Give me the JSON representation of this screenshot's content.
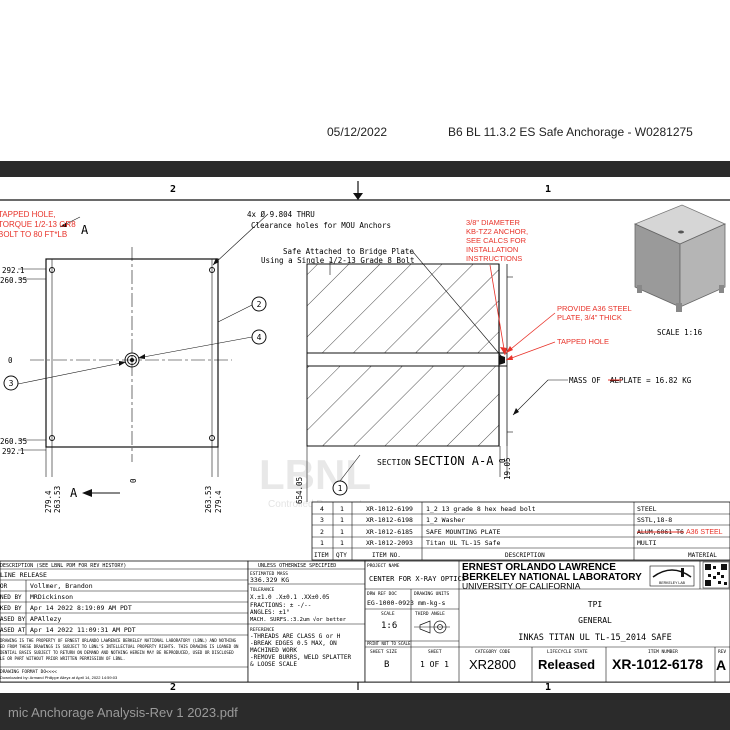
{
  "header": {
    "date": "05/12/2022",
    "doc_title": "B6 BL 11.3.2 ES Safe Anchorage - W0281275"
  },
  "zones": {
    "left": "2",
    "right": "1",
    "bottom_left": "2",
    "bottom_right": "1"
  },
  "annotations": {
    "tapped_hole_1": "TAPPED HOLE,",
    "tapped_hole_2": "TORQUE 1/2-13 GR8",
    "tapped_hole_3": "BOLT TO 80 FT*LB",
    "thru_1": "4x Ø 9.804 THRU",
    "thru_2": "Clearance holes for MOU Anchors",
    "safe_1": "Safe Attached to Bridge Plate",
    "safe_2": "Using a Single 1/2-13 Grade 8 Bolt",
    "kb_1": "3/8\" DIAMETER",
    "kb_2": "KB-TZ2 ANCHOR,",
    "kb_3": "SEE CALCS FOR",
    "kb_4": "INSTALLATION",
    "kb_5": "INSTRUCTIONS",
    "a36_1": "PROVIDE A36 STEEL",
    "a36_2": "PLATE, 3/4\" THICK",
    "tapped_hole_right": "TAPPED HOLE",
    "scale": "SCALE 1:16",
    "mass_prefix": "MASS OF ",
    "mass_struck": "AL",
    "mass_suffix": " PLATE = 16.82 KG",
    "section": "SECTION A-A",
    "section_letter": "A",
    "balloon_1": "1",
    "balloon_2": "2",
    "balloon_3": "3",
    "balloon_4": "4",
    "watermark": "LBNL",
    "watermark_sub": "Controlled Document"
  },
  "dims": {
    "d292_top": "292.1",
    "d260_top": "260.35",
    "d0_mid": "0",
    "d260_bot": "260.35",
    "d292_bot": "292.1",
    "d279_l": "279.4",
    "d263_l": "263.53",
    "d0_bot": "0",
    "d263_r": "263.53",
    "d279_r": "279.4",
    "d654": "654.05",
    "d0_sec": "0",
    "d19": "19.05"
  },
  "bom": {
    "headers": [
      "ITEM",
      "QTY",
      "ITEM NO.",
      "DESCRIPTION",
      "MATERIAL"
    ],
    "rows": [
      {
        "item": "4",
        "qty": "1",
        "no": "XR-1012-6199",
        "desc": "1_2 13 grade 8 hex head bolt",
        "mat": "STEEL"
      },
      {
        "item": "3",
        "qty": "1",
        "no": "XR-1012-6198",
        "desc": "1_2 Washer",
        "mat": "SSTL,18-8"
      },
      {
        "item": "2",
        "qty": "1",
        "no": "XR-1012-6185",
        "desc": "SAFE MOUNTING PLATE",
        "mat_struck": "ALUM,6061-T6",
        "mat_new": "A36 STEEL"
      },
      {
        "item": "1",
        "qty": "1",
        "no": "XR-1012-2093",
        "desc": "Titan UL TL-15 Safe",
        "mat": "MULTI"
      }
    ]
  },
  "revision_block": {
    "header": "DESCRIPTION (SEE LBNL PDM FOR REV HISTORY)",
    "release": "LINE RELEASE",
    "rows": [
      {
        "label": "OR",
        "value": "Vollmer, Brandon"
      },
      {
        "label": "NED BY",
        "value": "MRDickinson"
      },
      {
        "label": "KED BY",
        "value": "Apr 14 2022 8:19:09 AM PDT"
      },
      {
        "label": "ASED BY",
        "value": "APAllezy"
      },
      {
        "label": "ASED AT",
        "value": "Apr 14 2022 11:09:31 AM PDT"
      }
    ],
    "prop1": "DRAWING IS THE PROPERTY OF ERNEST ORLANDO LAWRENCE BERKELEY NATIONAL LABORATORY (LBNL) AND NOTHING",
    "prop2": "ED FROM THESE DRAWINGS IS SUBJECT TO LBNL'S INTELLECTUAL PROPERTY RIGHTS. THIS DRAWING IS LOANED ON",
    "prop3": "DENTIAL BASIS SUBJECT TO RETURN ON DEMAND AND NOTHING HEREIN MAY BE REPRODUCED, USED OR DISCLOSED",
    "prop4": "LE OR PART WITHOUT PRIOR WRITTEN PERMISSION OF LBNL.",
    "format": "DRAWING FORMAT DO<<<<",
    "downloaded": "Downloaded by: Armand Philippe Alleyz at April 14, 2022 14:59:03"
  },
  "specs": {
    "header": "UNLESS OTHERWISE SPECIFIED",
    "est_mass_label": "ESTIMATED MASS",
    "est_mass_value": "336.329 KG",
    "tol_label": "TOLERANCE",
    "tol_1": "X.±1.0  .X±0.1  .XX±0.05",
    "tol_2": "FRACTIONS: ± -/--",
    "tol_3": "ANGLES: ±1°",
    "tol_4": "MACH. SURFS.:3.2um √or better",
    "ref_label": "REFERENCE",
    "ref_1": "-THREADS ARE CLASS G or H",
    "ref_2": "-BREAK EDGES 0.5 MAX, ON",
    "ref_3": "MACHINED WORK",
    "ref_4": "-REMOVE BURRS, WELD SPLATTER",
    "ref_5": "& LOOSE SCALE"
  },
  "title_block": {
    "project_label": "PROJECT NAME",
    "project": "CENTER FOR X-RAY OPTICS",
    "lab_1": "ERNEST ORLANDO LAWRENCE",
    "lab_2": "BERKELEY NATIONAL LABORATORY",
    "lab_3": "UNIVERSITY OF CALIFORNIA",
    "logo_text": "BERKELEY LAB",
    "dwg_ref_label": "DRW REF DOC",
    "dwg_ref": "EG-1000-0923",
    "units_label": "DRAWING UNITS",
    "units": "mm-kg-s",
    "scale_label": "SCALE",
    "scale": "1:6",
    "angle_label": "THIRD ANGLE",
    "print_note": "PRINT NOT TO SCALE",
    "title_1": "TPI",
    "title_2": "GENERAL",
    "title_3": "INKAS TITAN UL TL-15_2014 SAFE",
    "sheet_size_label": "SHEET SIZE",
    "sheet_size": "B",
    "sheet_label": "SHEET",
    "sheet": "1 OF 1",
    "category_label": "CATEGORY CODE",
    "category": "XR2800",
    "lifecycle_label": "LIFECYCLE STATE",
    "lifecycle": "Released",
    "item_label": "ITEM NUMBER",
    "item": "XR-1012-6178",
    "rev_label": "REV",
    "rev": "A"
  },
  "footer": {
    "text": "mic Anchorage Analysis-Rev 1 2023.pdf"
  },
  "colors": {
    "markup_red": "#e8332a",
    "band": "#2b2b2b"
  }
}
